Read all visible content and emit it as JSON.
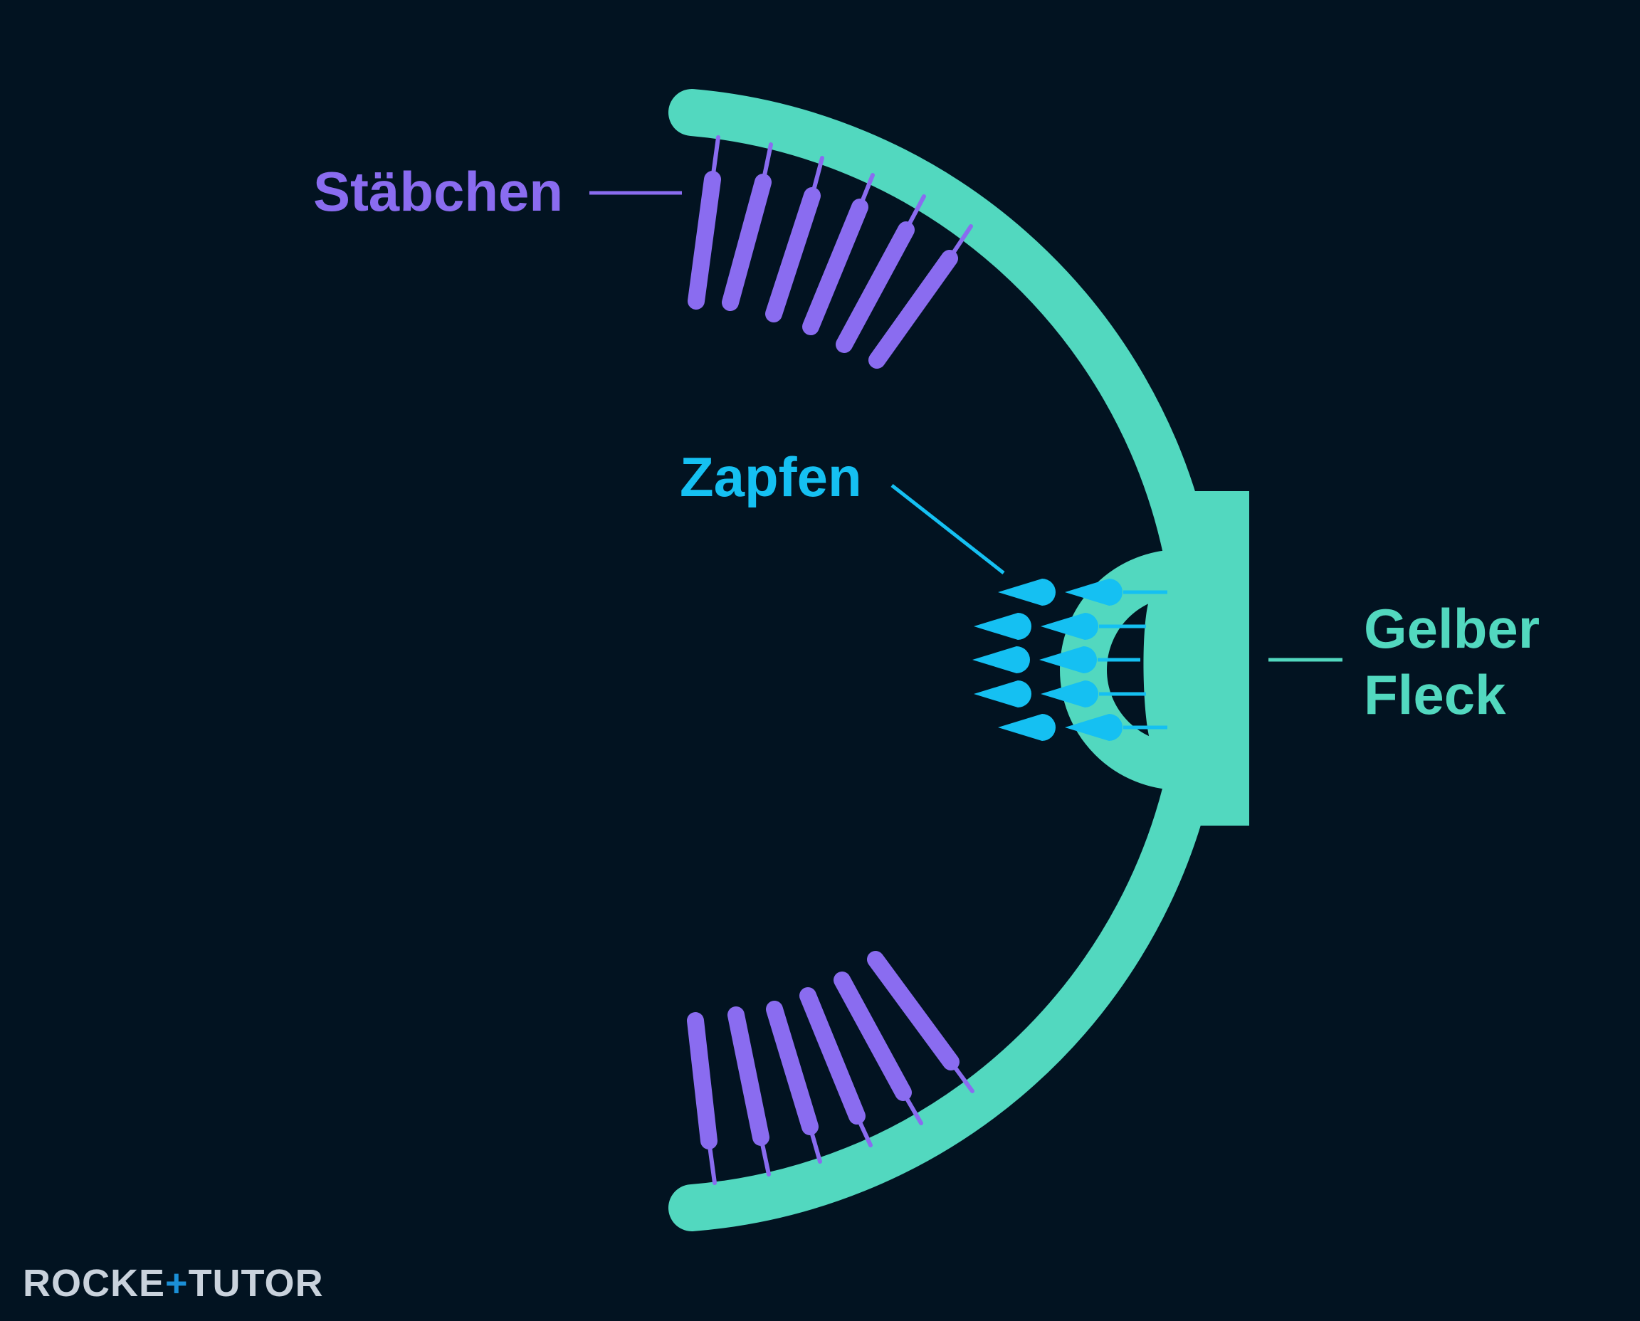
{
  "labels": {
    "rods": "Stäbchen",
    "cones": "Zapfen",
    "macula_line1": "Gelber",
    "macula_line2": "Fleck"
  },
  "logo": {
    "part1": "ROCKE",
    "part2": "+",
    "part3": "TUTO",
    "part4": "R"
  },
  "colors": {
    "background": "#021321",
    "retina": "#52d8bf",
    "rods": "#8a6cf0",
    "cones": "#15c0f2",
    "logo_text": "#c9d2dc",
    "logo_accent": "#1b8fd6"
  }
}
